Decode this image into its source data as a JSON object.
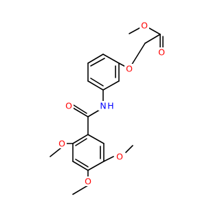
{
  "molecule": {
    "atoms": {
      "o_ester_methoxy": "O",
      "o_carbonyl_ester": "O",
      "o_ether": "O",
      "n_amide": "N",
      "h_amide": "H",
      "o_carbonyl_amide": "O",
      "o_methoxy_left": "O",
      "o_methoxy_bottom": "O",
      "o_methoxy_right": "O"
    },
    "colors": {
      "oxygen": "#ff0000",
      "nitrogen": "#0000ff",
      "bond": "#000000"
    }
  }
}
